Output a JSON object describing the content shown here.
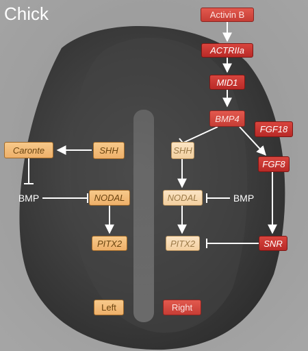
{
  "title": "Chick",
  "nodes": {
    "activin_b": "Activin B",
    "actriia": "ACTRIIa",
    "mid1": "MID1",
    "bmp4": "BMP4",
    "fgf18": "FGF18",
    "fgf8": "FGF8",
    "snr": "SNR",
    "shh_left": "SHH",
    "caronte": "Caronte",
    "bmp_left": "BMP",
    "nodal_left": "NODAL",
    "pitx2_left": "PITX2",
    "shh_right": "SHH",
    "nodal_right": "NODAL",
    "bmp_right": "BMP",
    "pitx2_right": "PITX2",
    "left": "Left",
    "right": "Right"
  },
  "colors": {
    "right_side_node": "#c9342f",
    "left_side_node": "#f2bd7a",
    "right_peach_node": "#f7d8b0",
    "background": "#5a5a5a"
  }
}
